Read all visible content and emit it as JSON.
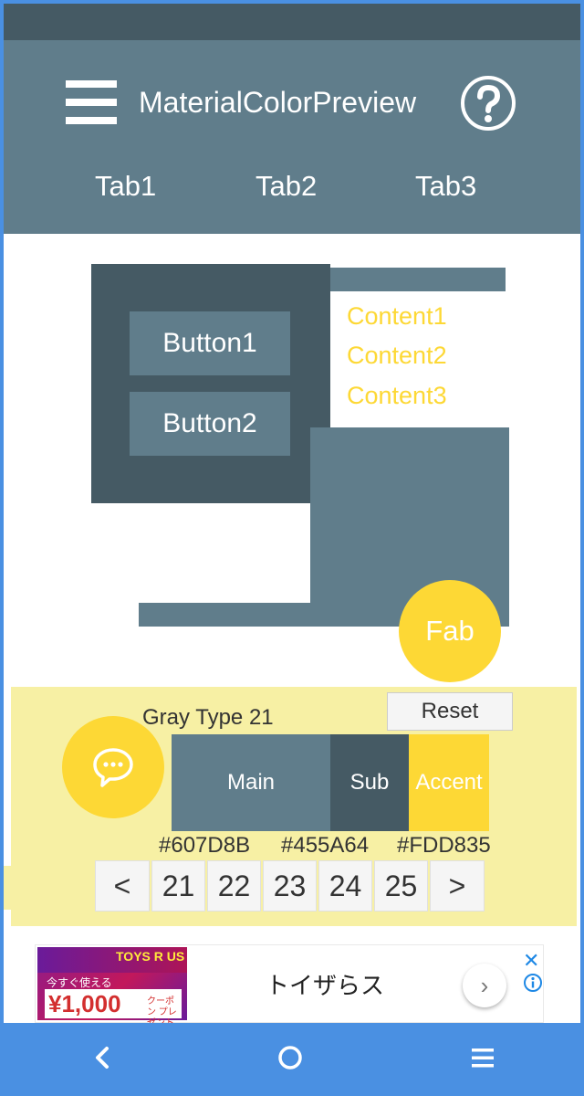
{
  "app": {
    "title": "MaterialColorPreview",
    "menu_icon": "hamburger-icon",
    "help_icon": "question-mark-icon",
    "colors": {
      "main": "#607D8B",
      "sub": "#455A64",
      "accent": "#FDD835"
    }
  },
  "tabs": [
    {
      "label": "Tab1"
    },
    {
      "label": "Tab2"
    },
    {
      "label": "Tab3"
    }
  ],
  "preview": {
    "buttons": [
      {
        "label": "Button1"
      },
      {
        "label": "Button2"
      }
    ],
    "contents": [
      "Content1",
      "Content2",
      "Content3"
    ],
    "fab_label": "Fab"
  },
  "controls": {
    "type_label": "Gray Type 21",
    "reset_label": "Reset",
    "chat_icon": "chat-bubble-icon",
    "swatches": [
      {
        "label": "Main",
        "hex": "#607D8B"
      },
      {
        "label": "Sub",
        "hex": "#455A64"
      },
      {
        "label": "Accent",
        "hex": "#FDD835"
      }
    ],
    "pager": {
      "prev": "<",
      "next": ">",
      "pages": [
        "21",
        "22",
        "23",
        "24",
        "25"
      ]
    }
  },
  "ad": {
    "brand": "TOYS R US",
    "small_text": "今すぐ使える",
    "price": "¥1,000",
    "price_tail": "クーポン プレゼント",
    "title": "トイザらス",
    "arrow": "›",
    "close": "✕"
  },
  "navbar": {
    "back_icon": "back-chevron-icon",
    "home_icon": "home-circle-icon",
    "menu_icon": "menu-lines-icon"
  }
}
